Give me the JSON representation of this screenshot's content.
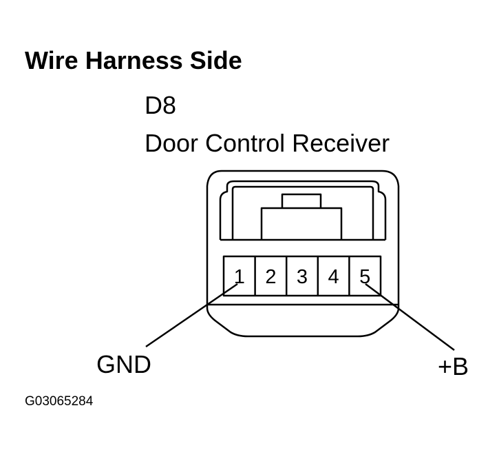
{
  "title": "Wire Harness Side",
  "connector": {
    "code": "D8",
    "name": "Door Control Receiver",
    "pins": [
      "1",
      "2",
      "3",
      "4",
      "5"
    ]
  },
  "callouts": {
    "pin1": "GND",
    "pin5": "+B"
  },
  "figure_id": "G03065284"
}
